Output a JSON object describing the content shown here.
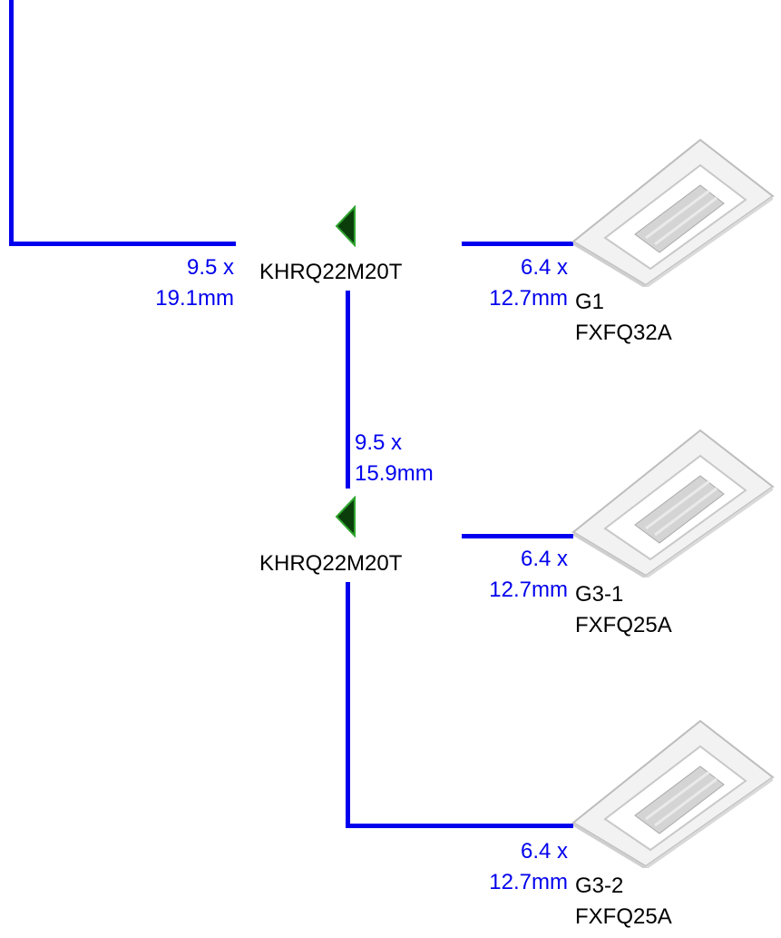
{
  "colors": {
    "pipe": "#0000ee",
    "text": "#000000",
    "joint_fill": "#0b3d0b",
    "joint_stroke": "#2fa52f"
  },
  "joints": [
    {
      "model": "KHRQ22M20T"
    },
    {
      "model": "KHRQ22M20T"
    }
  ],
  "pipes": [
    {
      "size_line1": "9.5 x",
      "size_line2": "19.1mm"
    },
    {
      "size_line1": "9.5 x",
      "size_line2": "15.9mm"
    },
    {
      "size_line1": "6.4 x",
      "size_line2": "12.7mm"
    },
    {
      "size_line1": "6.4 x",
      "size_line2": "12.7mm"
    },
    {
      "size_line1": "6.4 x",
      "size_line2": "12.7mm"
    }
  ],
  "units": [
    {
      "id": "G1",
      "model": "FXFQ32A",
      "icon": "ceiling-cassette-icon"
    },
    {
      "id": "G3-1",
      "model": "FXFQ25A",
      "icon": "ceiling-cassette-icon"
    },
    {
      "id": "G3-2",
      "model": "FXFQ25A",
      "icon": "ceiling-cassette-icon"
    }
  ]
}
